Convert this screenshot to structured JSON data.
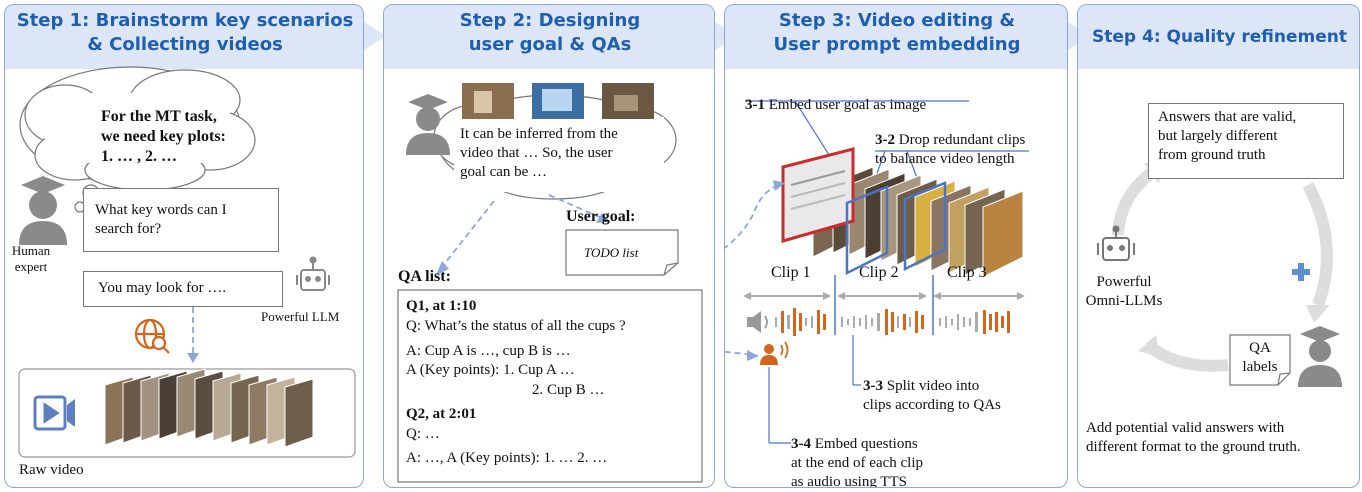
{
  "steps": [
    {
      "title": "Step 1: Brainstorm key scenarios\n& Collecting videos"
    },
    {
      "title": "Step 2: Designing\nuser goal & QAs"
    },
    {
      "title": "Step 3: Video editing &\nUser prompt embedding"
    },
    {
      "title": "Step 4: Quality refinement"
    }
  ],
  "step1": {
    "cloud_text": "For the MT task,\nwe need key plots:\n1. … , 2. …",
    "question": "What key words can I\nsearch for?",
    "expert_label": "Human\nexpert",
    "answer": "You may look for ….",
    "llm_label": "Powerful LLM",
    "raw_video_label": "Raw video"
  },
  "step2": {
    "thought": "It can be inferred from the\nvideo that … So, the user\ngoal can be …",
    "user_goal_label": "User goal:",
    "todo_label": "TODO list",
    "qa_list_label": "QA list:",
    "q1_header": "Q1, at 1:10",
    "q1_question": "Q: What’s the status of all the cups ?",
    "q1_answer": "A: Cup A is …, cup B is …",
    "q1_key1": "A (Key points): 1. Cup A …",
    "q1_key2": "2. Cup B …",
    "q2_header": "Q2, at 2:01",
    "q2_question": "Q: …",
    "q2_answer": "A: …, A (Key points): 1. … 2. …"
  },
  "step3": {
    "s31_num": "3-1",
    "s31_text": " Embed user goal as image",
    "s32_num": "3-2",
    "s32_text": " Drop redundant clips\nto balance video length",
    "clip1": "Clip 1",
    "clip2": "Clip 2",
    "clip3": "Clip 3",
    "s33_num": "3-3",
    "s33_text": " Split video into\nclips according to QAs",
    "s34_num": "3-4",
    "s34_text": " Embed questions\nat the end of each clip\nas audio using TTS"
  },
  "step4": {
    "valid_box": "Answers that are valid,\nbut largely different\nfrom ground truth",
    "omni_label": "Powerful\nOmni-LLMs",
    "qa_labels": "QA\nlabels",
    "bottom_text": "Add potential valid answers with\ndifferent format to the ground truth."
  },
  "colors": {
    "accent": "#1f5fb0",
    "header_bg": "#dce6f6",
    "orange": "#d4651c",
    "border": "#8aa8d8"
  }
}
